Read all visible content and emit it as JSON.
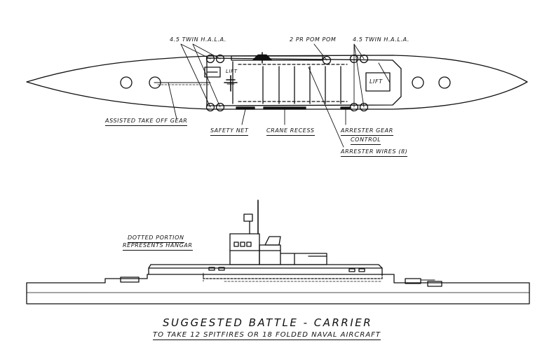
{
  "labels": {
    "hala_left": "4.5 TWIN H.A.L.A.",
    "pom_pom": "2 PR POM POM",
    "hala_right": "4.5 TWIN H.A.L.A.",
    "lift_small": "LIFT",
    "lift_large": "LIFT",
    "assisted_takeoff": "ASSISTED TAKE OFF GEAR",
    "safety_net": "SAFETY NET",
    "crane_recess": "CRANE RECESS",
    "arrester_gear_1": "ARRESTER GEAR",
    "arrester_gear_2": "CONTROL",
    "arrester_wires": "ARRESTER WIRES (8)",
    "dotted_1": "DOTTED PORTION",
    "dotted_2": "REPRESENTS HANGAR"
  },
  "title": {
    "main": "SUGGESTED  BATTLE - CARRIER",
    "sub": "TO TAKE 12 SPITFIRES OR 18 FOLDED NAVAL AIRCRAFT"
  }
}
